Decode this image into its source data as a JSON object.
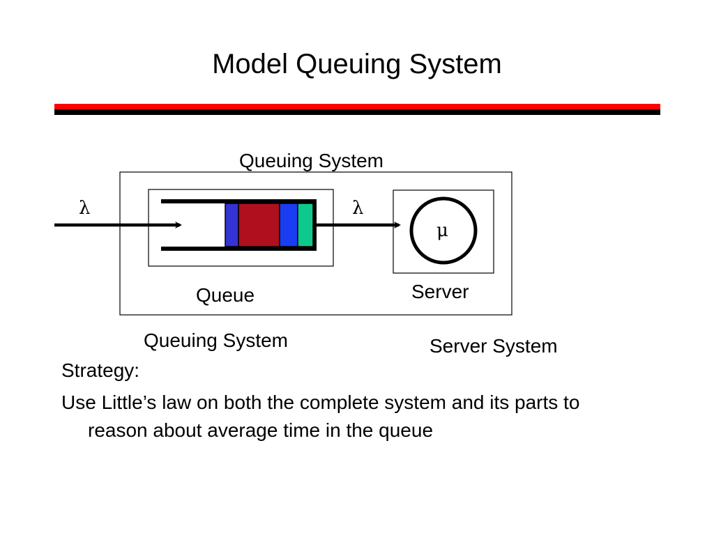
{
  "slide": {
    "title": "Model Queuing System",
    "rule_colors": {
      "top": "#ff0000",
      "bottom": "#000000"
    }
  },
  "diagram": {
    "outer_title": "Queuing System",
    "arrival_rate": "λ",
    "departure_rate": "λ",
    "service_rate": "μ",
    "queue_label": "Queue",
    "server_label": "Server",
    "queuing_system_caption": "Queuing System",
    "server_system_caption": "Server System",
    "queue_items": [
      {
        "color": "#3434d4"
      },
      {
        "color": "#b0101e"
      },
      {
        "color": "#1a3cf2"
      },
      {
        "color": "#0ec98e"
      }
    ]
  },
  "body": {
    "heading": "Strategy:",
    "text": "Use Little’s law on both the complete system and its parts  to reason about average time in the queue"
  }
}
